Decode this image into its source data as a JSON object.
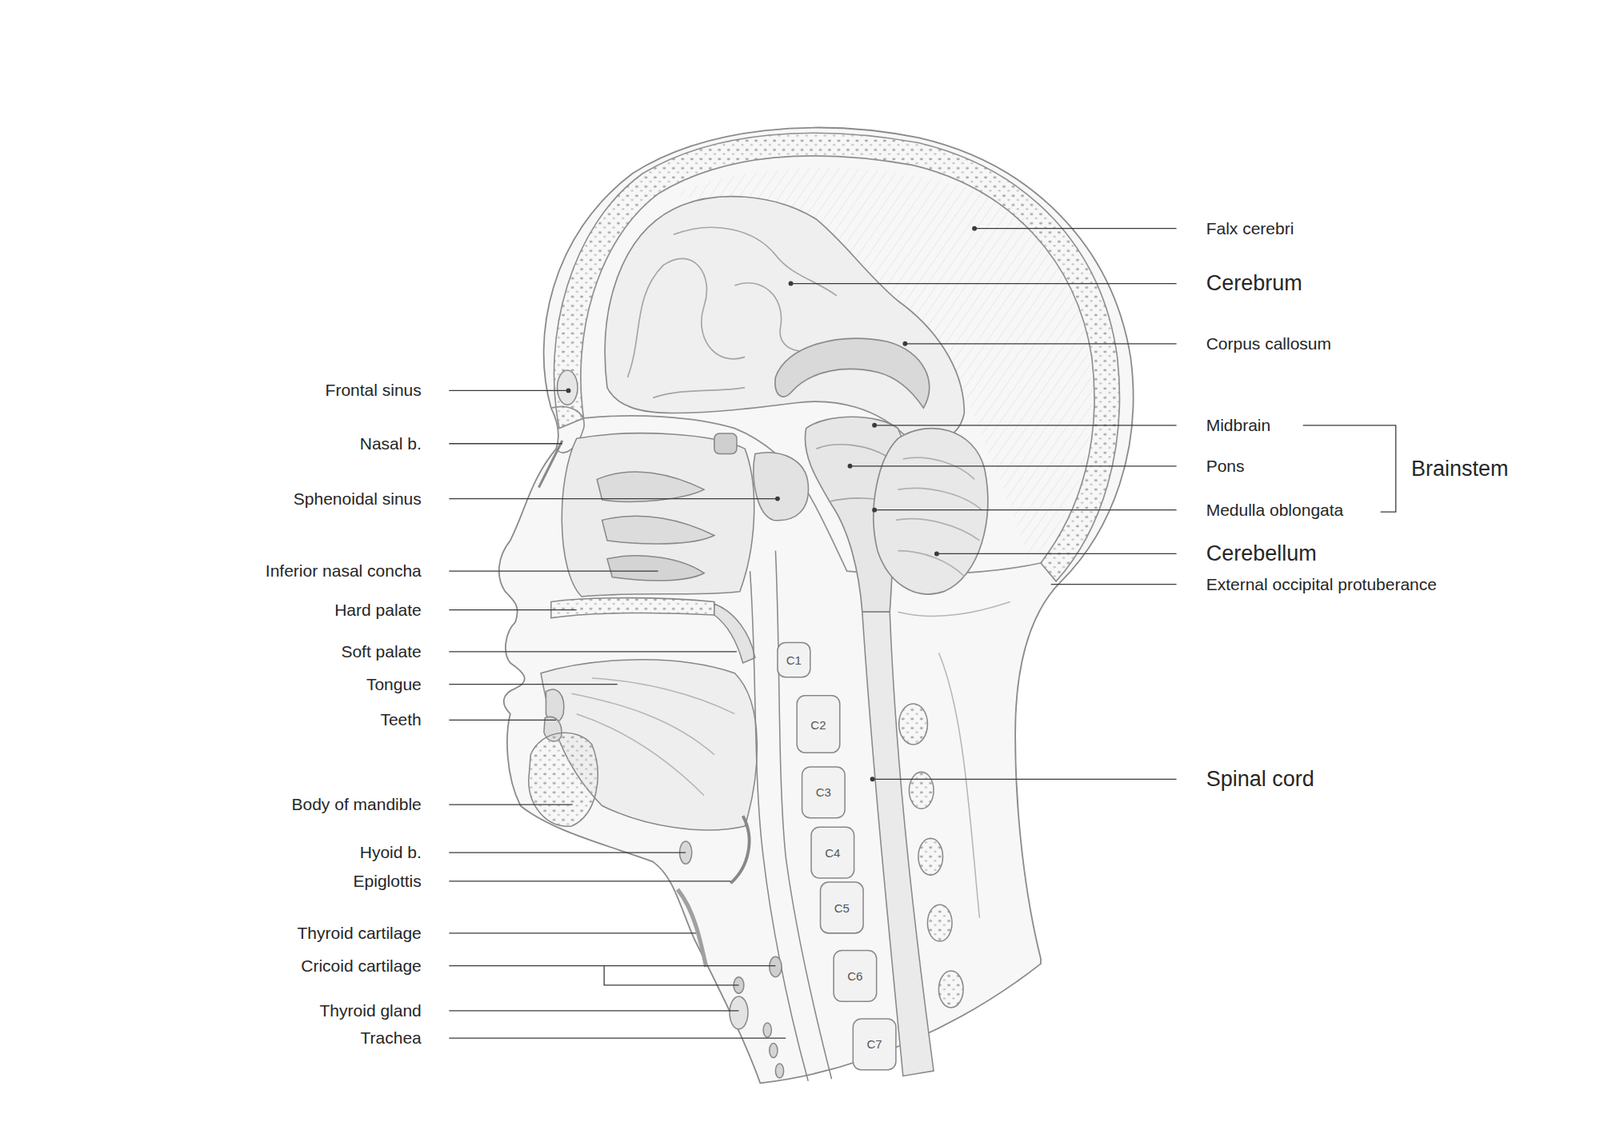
{
  "diagram": {
    "labels": [
      "Frontal sinus",
      "Nasal b.",
      "Sphenoidal sinus",
      "Inferior nasal concha",
      "Hard palate",
      "Soft palate",
      "Tongue",
      "Teeth",
      "Body of mandible",
      "Hyoid b.",
      "Epiglottis",
      "Thyroid cartilage",
      "Cricoid cartilage",
      "Thyroid gland",
      "Trachea",
      "Falx cerebri",
      "Cerebrum",
      "Corpus callosum",
      "Midbrain",
      "Pons",
      "Medulla oblongata",
      "Brainstem",
      "Cerebellum",
      "External occipital protuberance",
      "Spinal cord",
      "C1",
      "C2",
      "C3",
      "C4",
      "C5",
      "C6",
      "C7"
    ]
  }
}
